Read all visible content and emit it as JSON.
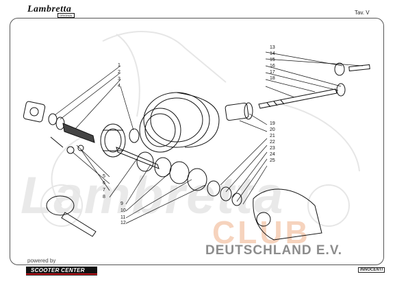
{
  "header": {
    "brand": "Lambretta",
    "brand_sub": "ORIGINAL",
    "plate": "Tav. V"
  },
  "watermark": {
    "brand": "Lambretta",
    "club": "CLUB",
    "country": "DEUTSCHLAND E.V."
  },
  "footer": {
    "powered_by": "powered by",
    "sponsor": "SCOOTER CENTER",
    "corner_badge": "INNOCENTI"
  },
  "part_numbers": {
    "n1": "1",
    "n2": "2",
    "n3": "3",
    "n4": "4",
    "n5": "5",
    "n6": "6",
    "n7": "7",
    "n8": "8",
    "n9": "9",
    "n10": "10",
    "n11": "11",
    "n12": "12",
    "n13": "13",
    "n14": "14",
    "n15": "15",
    "n16": "16",
    "n17": "17",
    "n18": "18",
    "n19": "19",
    "n20": "20",
    "n21": "21",
    "n22": "22",
    "n23": "23",
    "n24": "24",
    "n25": "25"
  },
  "colors": {
    "line": "#111111",
    "frame": "#555555",
    "watermark_club": "#f6d3bd",
    "sponsor_red": "#c0141c"
  }
}
